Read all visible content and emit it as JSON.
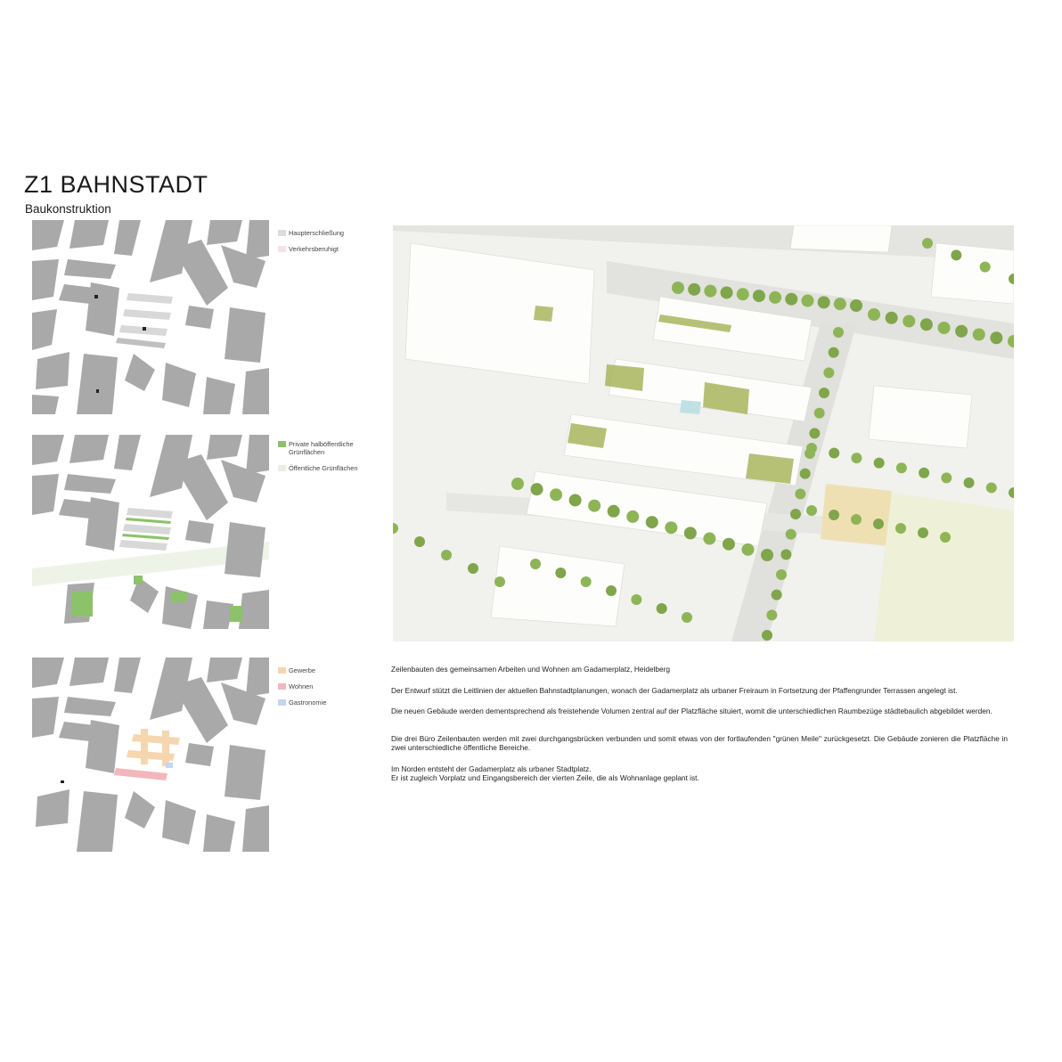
{
  "header": {
    "title": "Z1 BAHNSTADT",
    "subtitle": "Baukonstruktion"
  },
  "legends": {
    "access": [
      {
        "label": "Haupterschließung",
        "color": "#dcdcdc"
      },
      {
        "label": "Verkehrsberuhigt",
        "color": "#f6e2e2"
      }
    ],
    "green": [
      {
        "label": "Private halböffentliche Grünflächen",
        "color": "#8cc26a"
      },
      {
        "label": "Öffentliche Grünflächen",
        "color": "#e9f0e2"
      }
    ],
    "use": [
      {
        "label": "Gewerbe",
        "color": "#f6d6ae"
      },
      {
        "label": "Wohnen",
        "color": "#f2b7bc"
      },
      {
        "label": "Gastronomie",
        "color": "#c4d6ef"
      }
    ]
  },
  "text": {
    "p1": "Zeilenbauten des gemeinsamen Arbeiten und Wohnen am Gadamerplatz, Heidelberg",
    "p2": "Der Entwurf stützt die Leitlinien der aktuellen Bahnstadtplanungen, wonach der Gadamerplatz als urbaner Freiraum in Fortsetzung der Pfaffengrunder Terrassen angelegt ist.",
    "p3": "Die neuen Gebäude werden dementsprechend als freistehende Volumen zentral auf der Platzfläche situiert, womit die unterschiedlichen Raumbezüge städtebaulich abgebildet werden.",
    "p4": "Die drei Büro Zeilenbauten werden mit zwei durchgangsbrücken verbunden und somit etwas von der fortlaufenden \"grünen Meile\" zurückgesetzt. Die Gebäude zonieren die Platzfläche in zwei unterschiedliche öffentliche Bereiche.",
    "p5a": "Im Norden entsteht der Gadamerplatz als urbaner Stadtplatz.",
    "p5b": "Er ist zugleich Vorplatz und Eingangsbereich der vierten Zeile, die als Wohnanlage geplant ist."
  }
}
